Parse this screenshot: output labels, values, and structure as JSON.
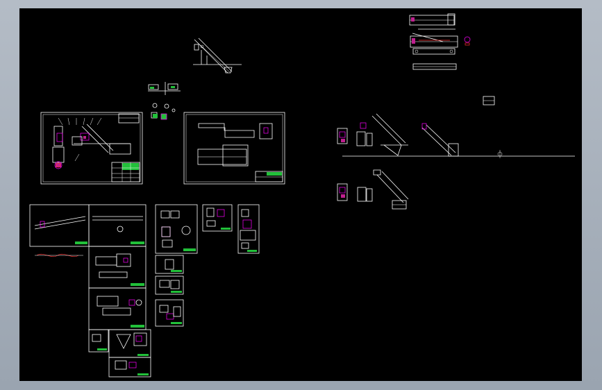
{
  "app": {
    "type": "cad-model-space-viewer"
  },
  "colors": {
    "frame_background": "#aab2bc",
    "canvas_background": "#000000",
    "line_primary": "#ffffff",
    "line_highlight": "#ff00ff",
    "title_block_fill": "#22c03a",
    "accent_red": "#ff3030"
  },
  "drawings": [
    {
      "id": "inclined-screw-conveyor-sketch"
    },
    {
      "id": "small-parts-cluster"
    },
    {
      "id": "assembly-sheet-1"
    },
    {
      "id": "assembly-sheet-2"
    },
    {
      "id": "horizontal-conveyor-views"
    },
    {
      "id": "layout-plan"
    },
    {
      "id": "part-sheets-column-1"
    },
    {
      "id": "part-sheets-column-2"
    },
    {
      "id": "part-sheets-column-3"
    },
    {
      "id": "part-sheets-column-4"
    }
  ]
}
